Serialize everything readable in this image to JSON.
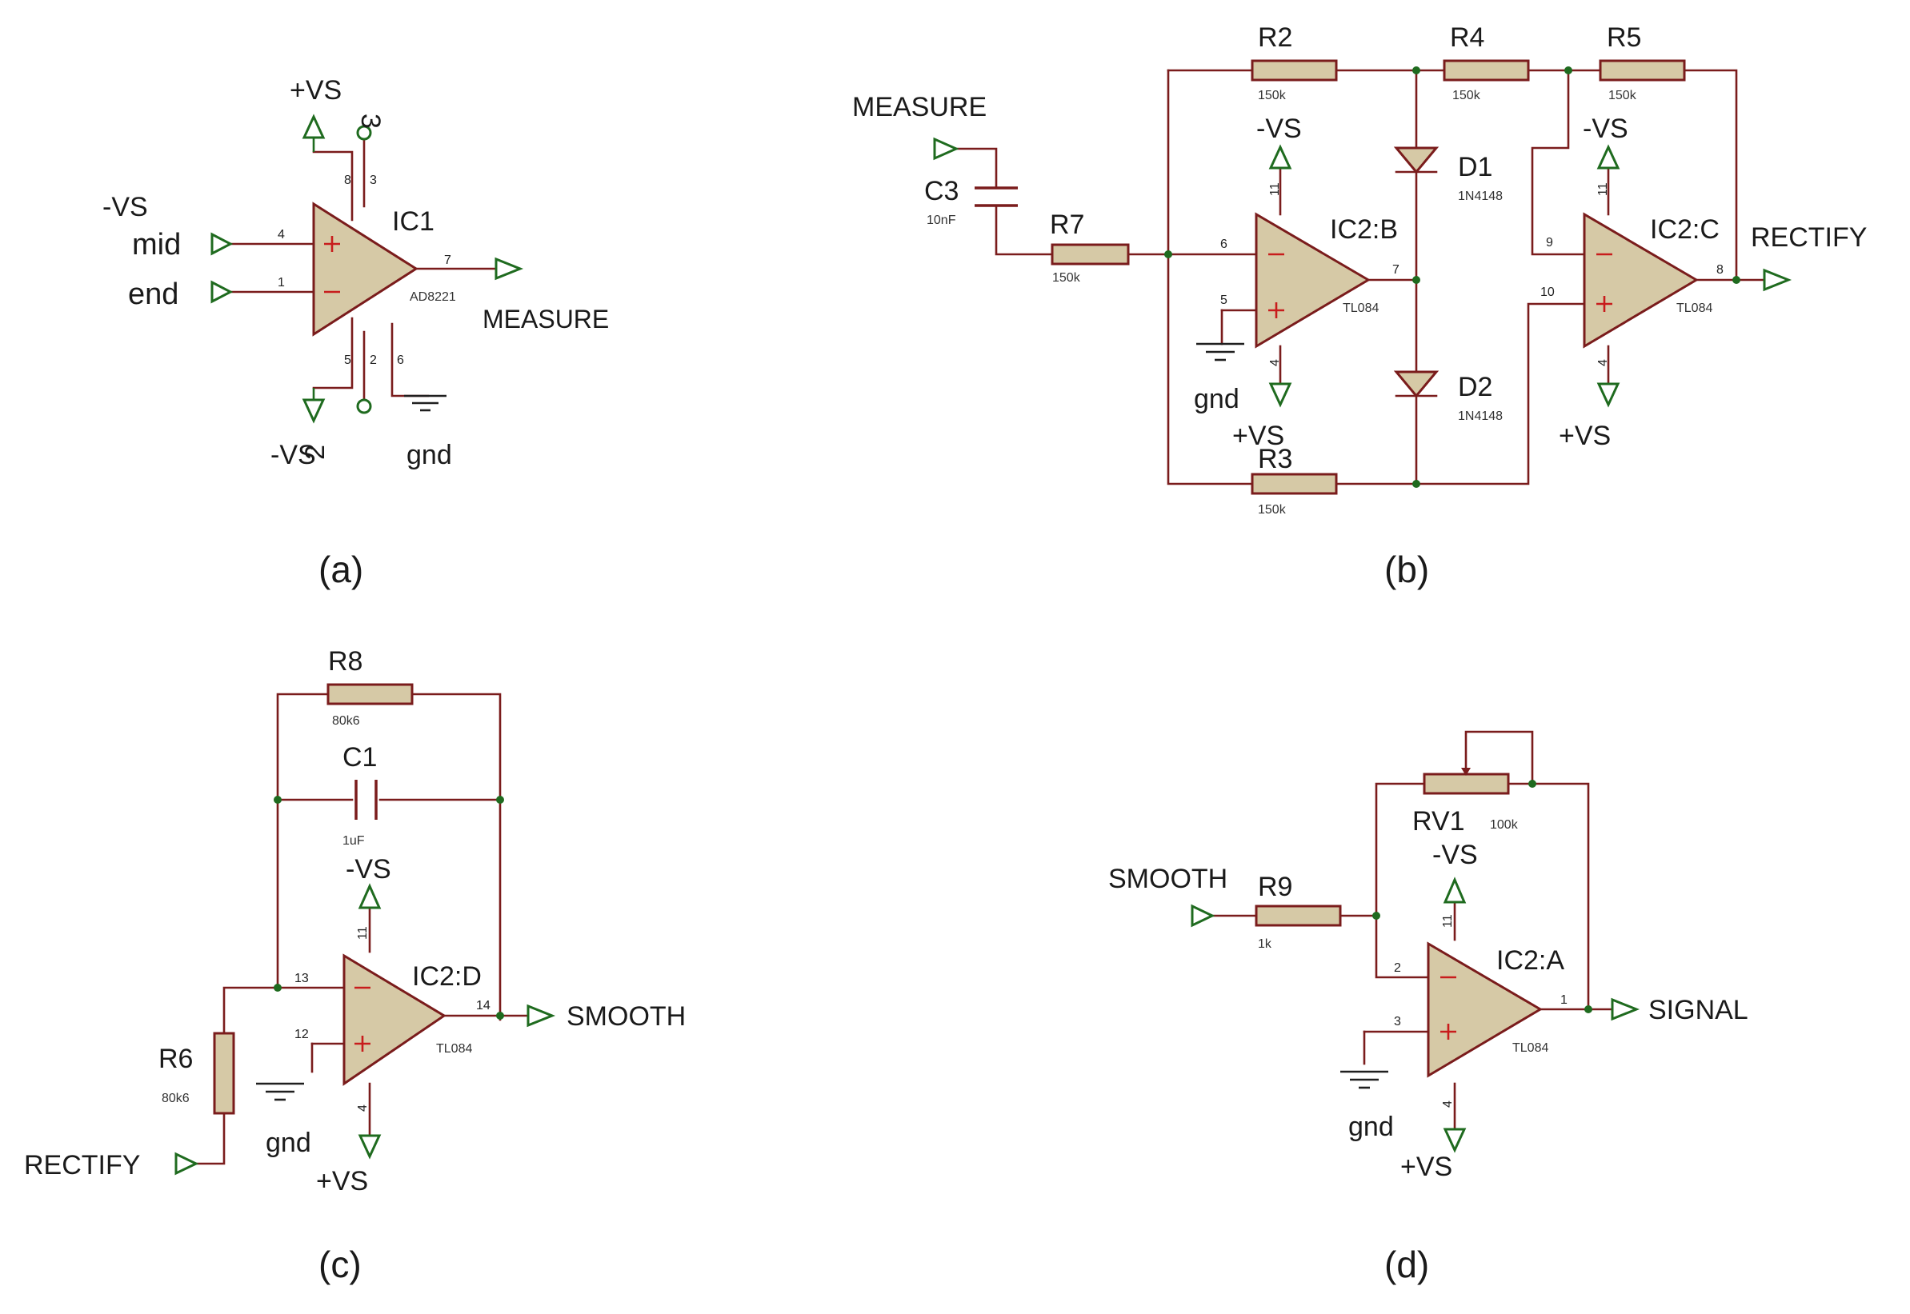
{
  "panels": {
    "a": {
      "caption": "(a)",
      "ic_name": "IC1",
      "ic_part": "AD8221",
      "in_noninv": "mid",
      "in_inv": "end",
      "out_net": "MEASURE",
      "vpos": "+VS",
      "vneg_label": "-VS",
      "vneg": "-VS",
      "gnd": "gnd",
      "pins": {
        "p1": "1",
        "p2": "2",
        "p3": "3",
        "p4": "4",
        "p5": "5",
        "p6": "6",
        "p7": "7",
        "p8": "8"
      },
      "probe_top": "3",
      "probe_bottom": "2"
    },
    "b": {
      "caption": "(b)",
      "in_net": "MEASURE",
      "out_net": "RECTIFY",
      "c3": {
        "name": "C3",
        "value": "10nF"
      },
      "r7": {
        "name": "R7",
        "value": "150k"
      },
      "r2": {
        "name": "R2",
        "value": "150k"
      },
      "r3": {
        "name": "R3",
        "value": "150k"
      },
      "r4": {
        "name": "R4",
        "value": "150k"
      },
      "r5": {
        "name": "R5",
        "value": "150k"
      },
      "d1": {
        "name": "D1",
        "value": "1N4148"
      },
      "d2": {
        "name": "D2",
        "value": "1N4148"
      },
      "icb": {
        "name": "IC2:B",
        "part": "TL084",
        "pin_inv": "6",
        "pin_noninv": "5",
        "pin_out": "7",
        "pin_vneg": "11",
        "pin_vpos": "4"
      },
      "icc": {
        "name": "IC2:C",
        "part": "TL084",
        "pin_inv": "9",
        "pin_noninv": "10",
        "pin_out": "8",
        "pin_vneg": "11",
        "pin_vpos": "4"
      },
      "vneg": "-VS",
      "vpos": "+VS",
      "gnd": "gnd"
    },
    "c": {
      "caption": "(c)",
      "in_net": "RECTIFY",
      "out_net": "SMOOTH",
      "r8": {
        "name": "R8",
        "value": "80k6"
      },
      "c1": {
        "name": "C1",
        "value": "1uF"
      },
      "r6": {
        "name": "R6",
        "value": "80k6"
      },
      "icd": {
        "name": "IC2:D",
        "part": "TL084",
        "pin_inv": "13",
        "pin_noninv": "12",
        "pin_out": "14",
        "pin_vneg": "11",
        "pin_vpos": "4"
      },
      "vneg": "-VS",
      "vpos": "+VS",
      "gnd": "gnd"
    },
    "d": {
      "caption": "(d)",
      "in_net": "SMOOTH",
      "out_net": "SIGNAL",
      "r9": {
        "name": "R9",
        "value": "1k"
      },
      "rv1": {
        "name": "RV1",
        "value": "100k"
      },
      "ica": {
        "name": "IC2:A",
        "part": "TL084",
        "pin_inv": "2",
        "pin_noninv": "3",
        "pin_out": "1",
        "pin_vneg": "11",
        "pin_vpos": "4"
      },
      "vneg": "-VS",
      "vpos": "+VS",
      "gnd": "gnd"
    }
  }
}
